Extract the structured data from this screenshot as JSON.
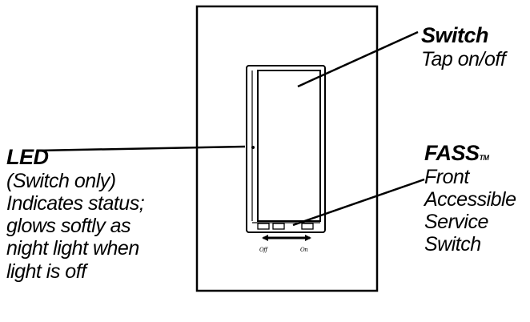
{
  "switch": {
    "title": "Switch",
    "description": "Tap on/off"
  },
  "led": {
    "title": "LED",
    "lines": [
      "(Switch only)",
      "Indicates status;",
      "glows softly as",
      "night light when",
      "light is off"
    ]
  },
  "fass": {
    "title": "FASS",
    "trademark": "TM",
    "lines": [
      "Front",
      "Accessible",
      "Service",
      "Switch"
    ]
  },
  "slider": {
    "off_label": "Off",
    "on_label": "On"
  }
}
